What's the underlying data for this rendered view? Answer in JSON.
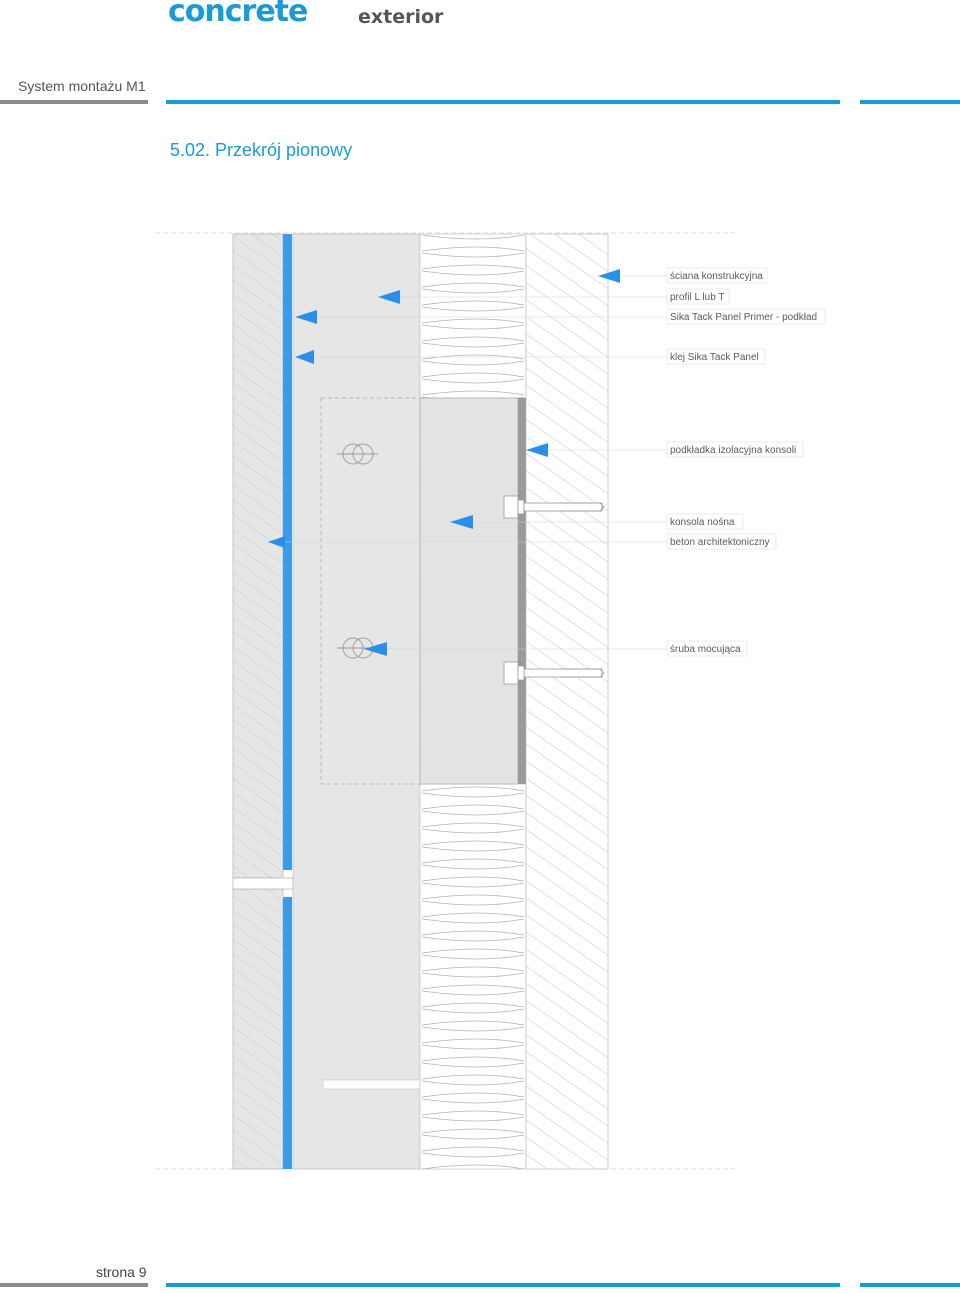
{
  "brand": {
    "logo_main": "concrete",
    "logo_sub": "exterior"
  },
  "header": {
    "system_title": "System montażu M1"
  },
  "section": {
    "heading": "5.02. Przekrój pionowy"
  },
  "diagram": {
    "labels": [
      "ściana konstrukcyjna",
      "profil L lub T",
      "Sika Tack Panel Primer - podkład",
      "klej Sika Tack Panel",
      "podkładka izolacyjna konsoli",
      "konsola nośna",
      "beton architektoniczny",
      "śruba mocująca"
    ]
  },
  "footer": {
    "page_label": "strona 9"
  },
  "colors": {
    "accent": "#1a9ad6",
    "arrow": "#2a8fe8",
    "rule_gray": "#8c8c8c"
  },
  "icons": [
    "arrow-marker-icon",
    "bolt-icon"
  ]
}
